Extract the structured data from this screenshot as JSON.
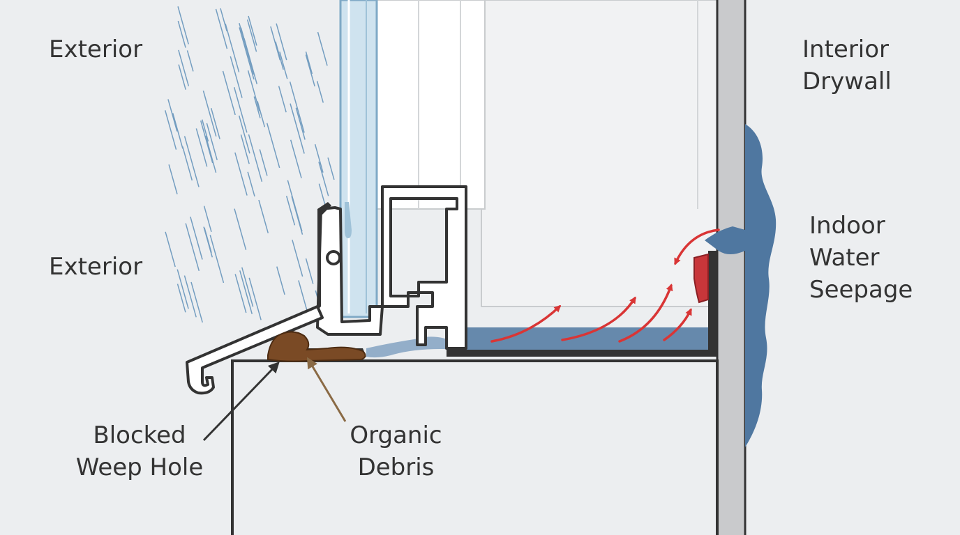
{
  "labels": {
    "exterior_top": "Exterior",
    "exterior_mid": "Exterior",
    "interior_drywall": "Interior\nDrywall",
    "indoor_water_seepage": "Indoor\nWater\nSeepage",
    "blocked_weep_hole": "Blocked\nWeep Hole",
    "organic_debris": "Organic\nDebris"
  },
  "colors": {
    "background": "#eceef0",
    "outline": "#333333",
    "glass": "#cfe3ef",
    "water": "#4f77a0",
    "rain": "#5f8fb8",
    "debris": "#7a4a25",
    "airflow_arrow": "#d93535",
    "leader_debris": "#8a6a45"
  }
}
